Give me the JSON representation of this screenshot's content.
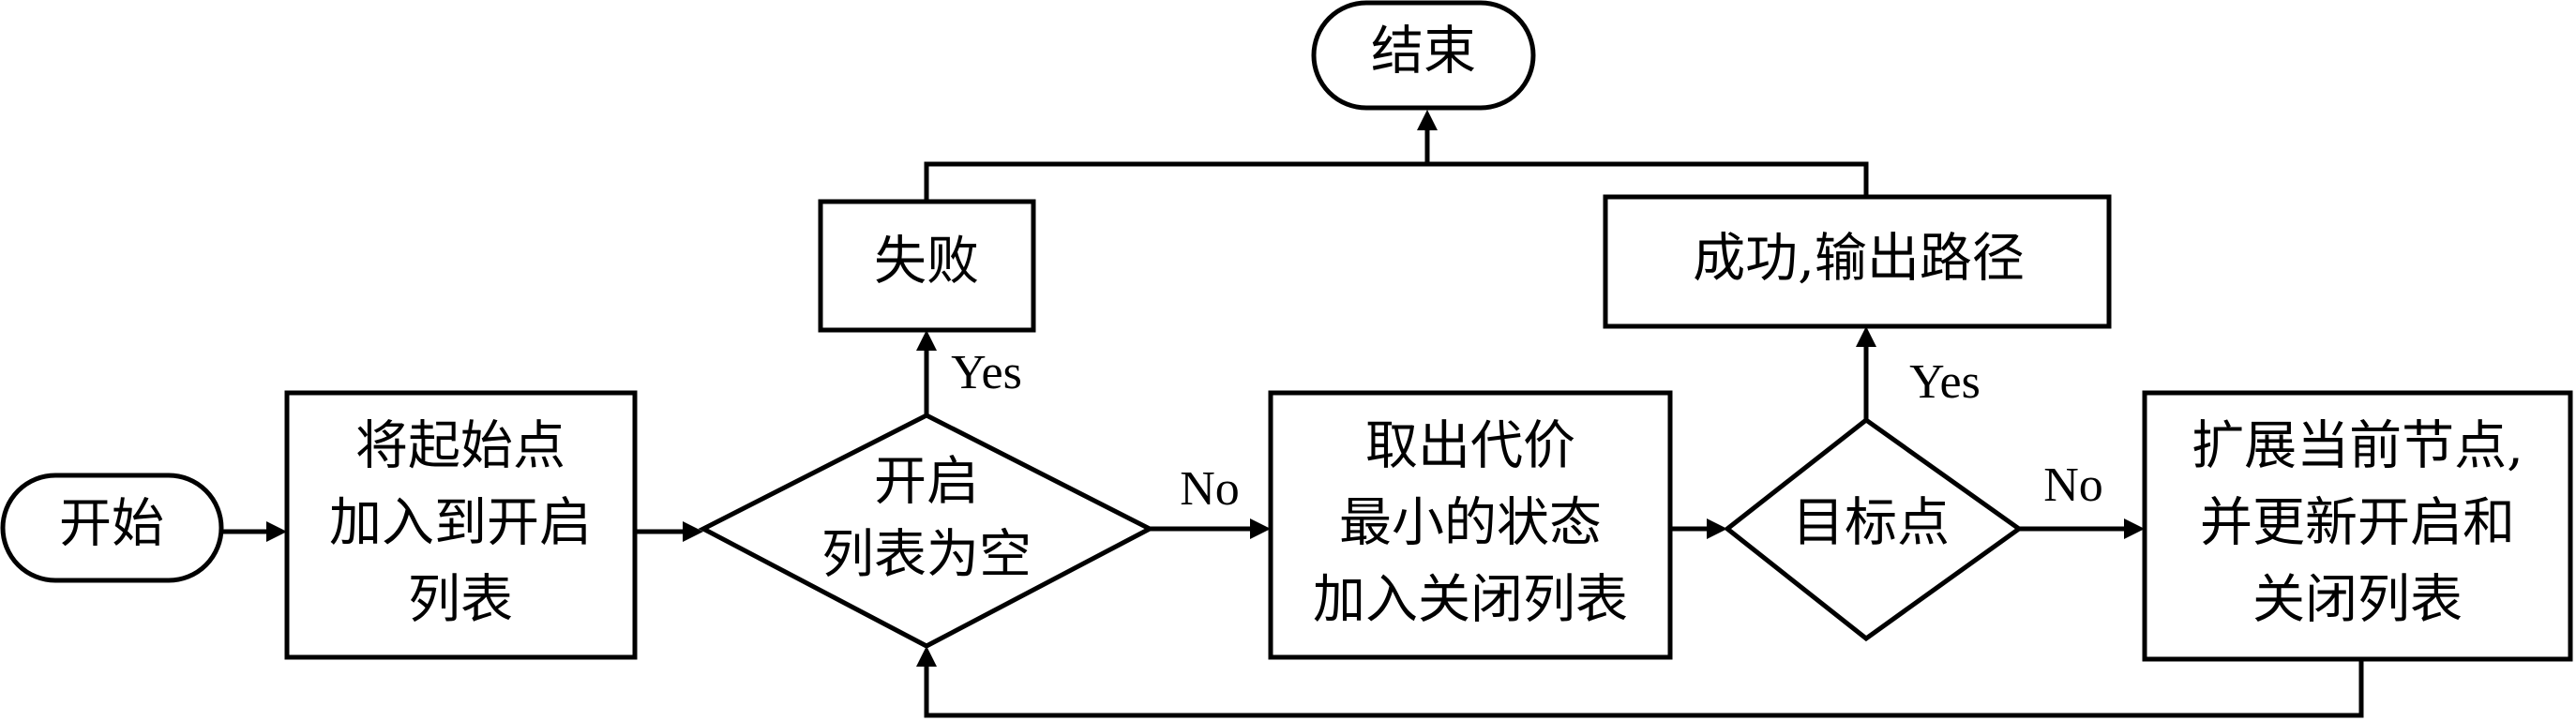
{
  "nodes": {
    "start": {
      "lines": [
        "开始"
      ]
    },
    "end": {
      "lines": [
        "结束"
      ]
    },
    "add_start": {
      "lines": [
        "将起始点",
        "加入到开启",
        "列表"
      ]
    },
    "open_empty": {
      "lines": [
        "开启",
        "列表为空"
      ]
    },
    "fail": {
      "lines": [
        "失败"
      ]
    },
    "pop_min": {
      "lines": [
        "取出代价",
        "最小的状态",
        "加入关闭列表"
      ]
    },
    "is_target": {
      "lines": [
        "目标点"
      ]
    },
    "success": {
      "lines": [
        "成功,输出路径"
      ]
    },
    "expand": {
      "lines": [
        "扩展当前节点,",
        "并更新开启和",
        "关闭列表"
      ]
    }
  },
  "edge_labels": {
    "open_empty_yes": "Yes",
    "open_empty_no": "No",
    "is_target_yes": "Yes",
    "is_target_no": "No"
  },
  "colors": {
    "stroke": "#000000",
    "fill": "#ffffff",
    "text": "#000000"
  }
}
